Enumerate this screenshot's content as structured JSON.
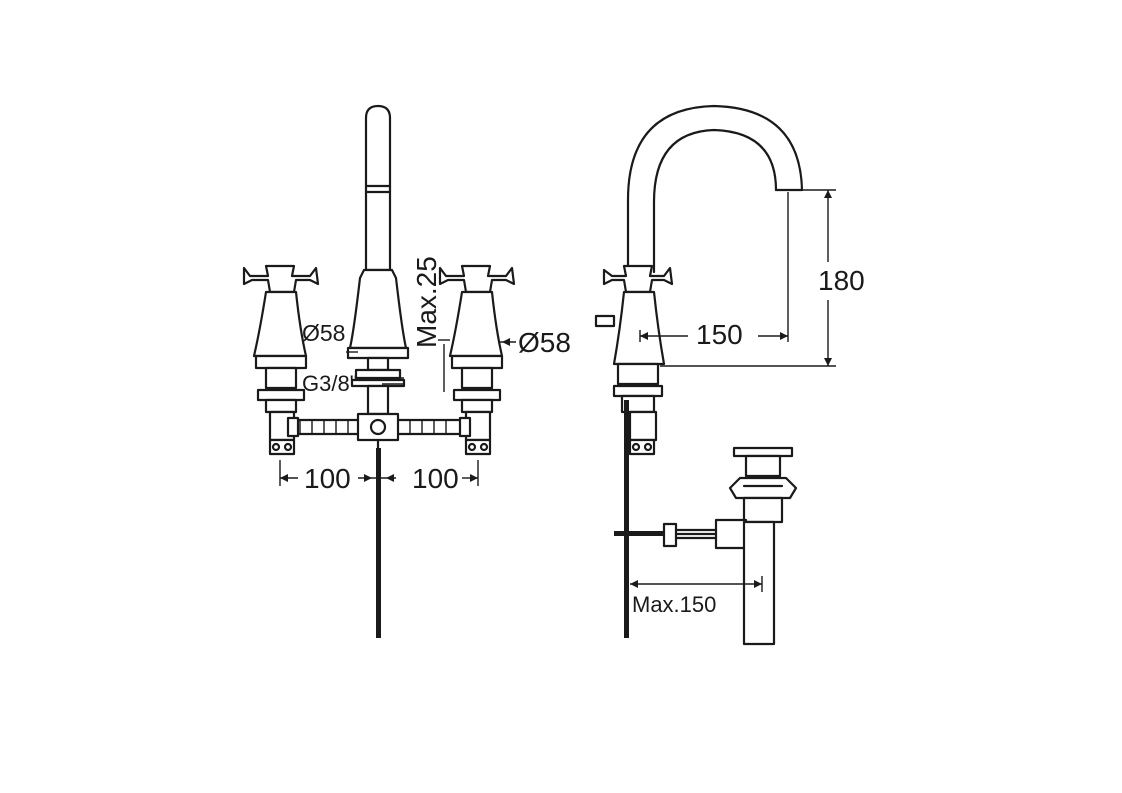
{
  "front_view": {
    "handle_diameter_left": "Ø58",
    "handle_diameter_right": "Ø58",
    "thread": "G3/8\"",
    "max_thickness": "Max.25",
    "spacing_left": "100",
    "spacing_right": "100"
  },
  "side_view": {
    "spout_height": "180",
    "spout_reach": "150",
    "drain_reach": "Max.150"
  }
}
